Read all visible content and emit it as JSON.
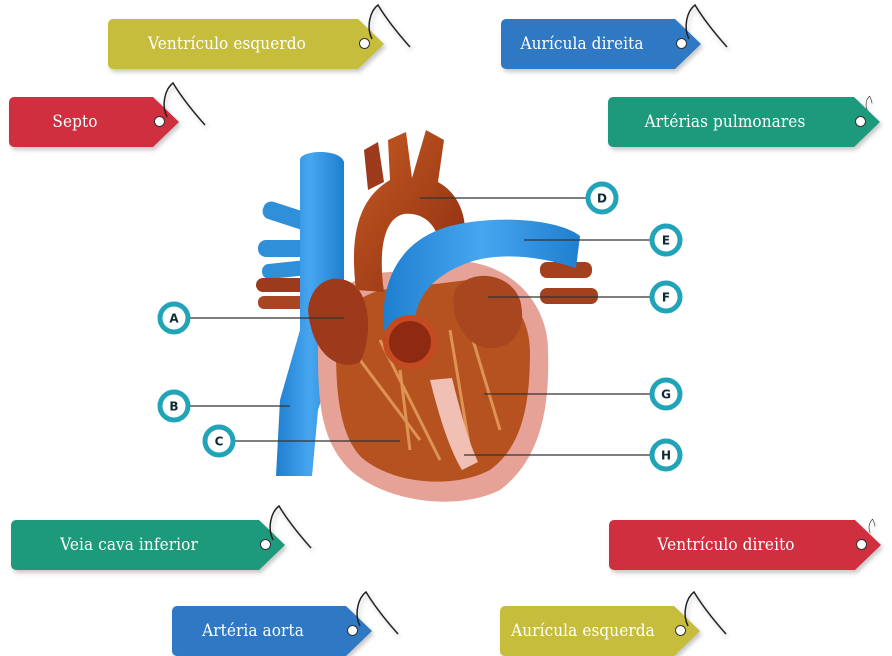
{
  "colors": {
    "yellow": "#c6bd3d",
    "blue": "#2e78c4",
    "red": "#cf2f3e",
    "green": "#1d9a7b",
    "marker_ring": "#22a4b8"
  },
  "tags": [
    {
      "id": "ventriculo-esquerdo",
      "label": "Ventrículo esquerdo",
      "color": "yellow"
    },
    {
      "id": "auricula-direita",
      "label": "Aurícula direita",
      "color": "blue"
    },
    {
      "id": "septo",
      "label": "Septo",
      "color": "red"
    },
    {
      "id": "arterias-pulmonares",
      "label": "Artérias pulmonares",
      "color": "green"
    },
    {
      "id": "veia-cava-inferior",
      "label": "Veia cava inferior",
      "color": "green"
    },
    {
      "id": "ventriculo-direito",
      "label": "Ventrículo direito",
      "color": "red"
    },
    {
      "id": "arteria-aorta",
      "label": "Artéria aorta",
      "color": "blue"
    },
    {
      "id": "auricula-esquerda",
      "label": "Aurícula esquerda",
      "color": "yellow"
    }
  ],
  "markers": [
    "A",
    "B",
    "C",
    "D",
    "E",
    "F",
    "G",
    "H"
  ]
}
